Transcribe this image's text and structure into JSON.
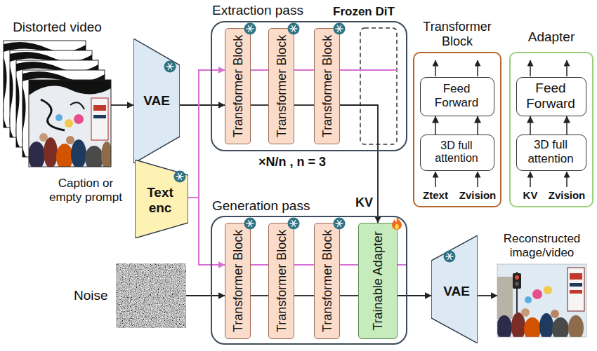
{
  "diagram": {
    "nodes": [
      {
        "text": [
          "Distorted video"
        ]
      },
      {
        "text": [
          "VAE"
        ]
      },
      {
        "text": [
          "Text enc"
        ]
      },
      {
        "text": [
          "Extraction pass",
          "Frozen DiT"
        ]
      },
      {
        "text": [
          "Transformer Block"
        ],
        "in": 3
      },
      {
        "text": [
          "Transformer Block"
        ],
        "in": 3
      },
      {
        "text": [
          "Transformer Block"
        ],
        "in": 3
      },
      {
        "text": [
          "Generation pass"
        ]
      },
      {
        "text": [
          "Transformer Block"
        ],
        "in": 7
      },
      {
        "text": [
          "Transformer Block"
        ],
        "in": 7
      },
      {
        "text": [
          "Transformer Block"
        ],
        "in": 7
      },
      {
        "text": [
          "Trainable Adapter"
        ],
        "in": 7
      },
      {
        "text": [
          "Noise"
        ]
      },
      {
        "text": [
          "VAE"
        ]
      },
      {
        "text": [
          "Reconstructed image/video"
        ]
      },
      {
        "text": [
          "Transformer Block"
        ]
      },
      {
        "text": [
          "Feed Forward"
        ],
        "in": 15
      },
      {
        "text": [
          "3D full attention"
        ],
        "in": 15
      },
      {
        "text": [
          "Adapter"
        ]
      },
      {
        "text": [
          "Feed Forward"
        ],
        "in": 18
      },
      {
        "text": [
          "3D full attention"
        ],
        "in": 18
      }
    ],
    "edges": [
      {
        "from": 0,
        "to": 1,
        "arrow": "to"
      },
      {
        "from": 1,
        "to": 4,
        "arrow": "to"
      },
      {
        "from": 4,
        "to": 5,
        "arrow": "none"
      },
      {
        "from": 5,
        "to": 6,
        "arrow": "none"
      },
      {
        "from": 6,
        "to": 11,
        "arrow": "to",
        "label": "KV"
      },
      {
        "from": 2,
        "to": 4,
        "arrow": "to"
      },
      {
        "from": 2,
        "to": 8,
        "arrow": "to"
      },
      {
        "from": 12,
        "to": 8,
        "arrow": "to"
      },
      {
        "from": 8,
        "to": 9,
        "arrow": "none"
      },
      {
        "from": 9,
        "to": 10,
        "arrow": "none"
      },
      {
        "from": 10,
        "to": 11,
        "arrow": "none"
      },
      {
        "from": 11,
        "to": 13,
        "arrow": "to"
      },
      {
        "from": 13,
        "to": 14,
        "arrow": "to"
      },
      {
        "from": 17,
        "to": 16,
        "arrow": "to"
      },
      {
        "from": 17,
        "to": 16,
        "arrow": "to"
      },
      {
        "from": 20,
        "to": 19,
        "arrow": "to"
      },
      {
        "from": 20,
        "to": 19,
        "arrow": "to"
      }
    ],
    "labels": [
      "Caption or empty prompt",
      "×N/n , n = 3",
      "Ztext",
      "Zvision",
      "KV",
      "Zvision"
    ]
  }
}
